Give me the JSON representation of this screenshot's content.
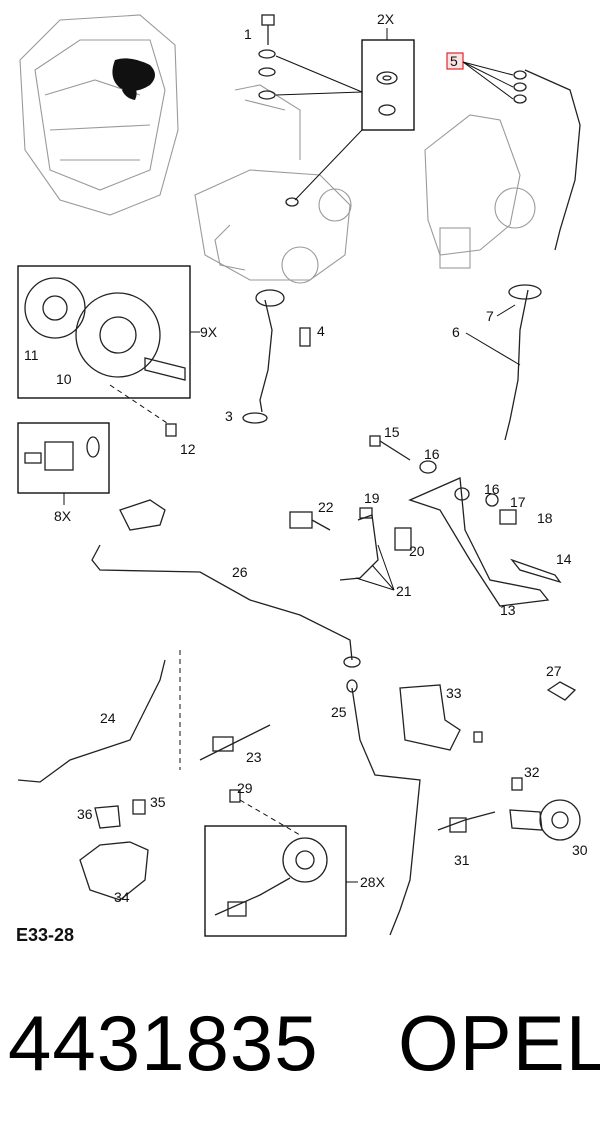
{
  "diagram": {
    "callouts": {
      "c1": "1",
      "c2x": "2X",
      "c3": "3",
      "c4": "4",
      "c5": "5",
      "c6": "6",
      "c7": "7",
      "c8x": "8X",
      "c9x": "9X",
      "c10": "10",
      "c11": "11",
      "c12": "12",
      "c13": "13",
      "c14": "14",
      "c15": "15",
      "c16a": "16",
      "c16b": "16",
      "c17": "17",
      "c18": "18",
      "c19": "19",
      "c20": "20",
      "c21": "21",
      "c22": "22",
      "c23": "23",
      "c24": "24",
      "c25": "25",
      "c26": "26",
      "c27": "27",
      "c28x": "28X",
      "c29": "29",
      "c30": "30",
      "c31": "31",
      "c32": "32",
      "c33": "33",
      "c34": "34",
      "c35": "35",
      "c36": "36"
    },
    "figure_code": "E33-28",
    "highlight_color": "#e0262e"
  },
  "footer": {
    "part_number": "4431835",
    "brand": "OPEL"
  }
}
